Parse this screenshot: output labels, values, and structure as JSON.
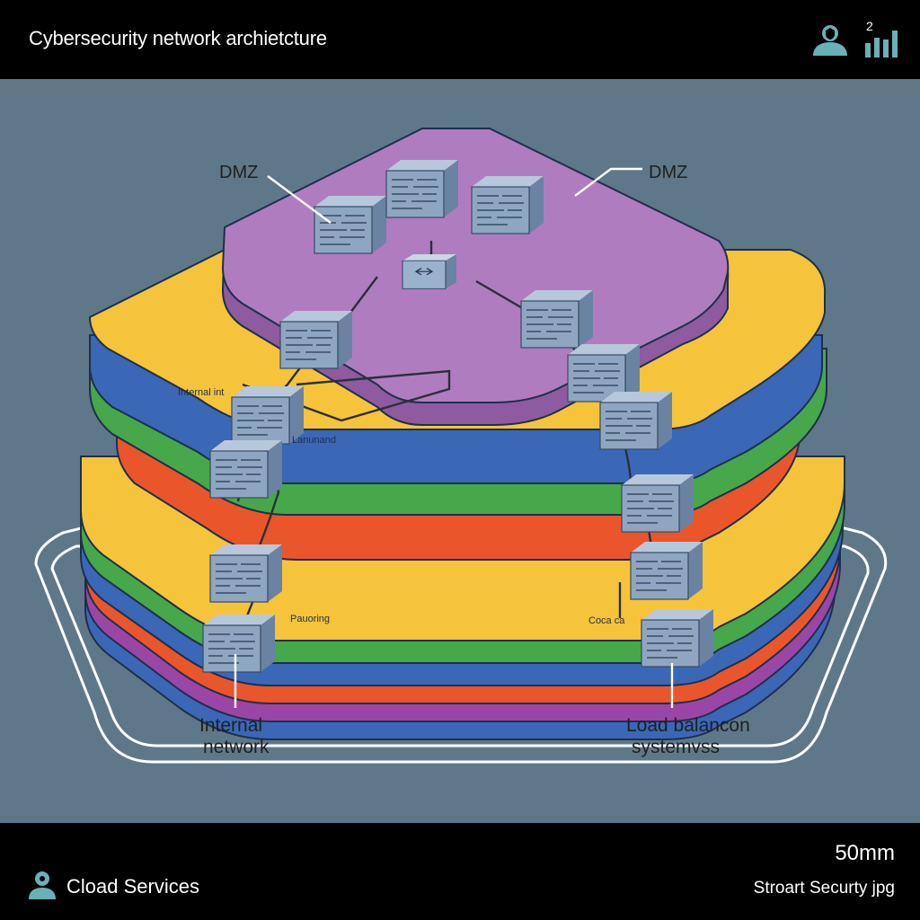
{
  "header": {
    "title": "Cybersecurity network archietcture",
    "badge_count": "2",
    "icons": [
      "user-shield-icon",
      "bar-chart-icon"
    ]
  },
  "diagram": {
    "labels": {
      "dmz_left": "DMZ",
      "dmz_right": "DMZ",
      "internal_line1": "Internal",
      "internal_line2": "network",
      "load_line1": "Load balancon",
      "load_line2": "systemvss",
      "layer_text_1": "Internal int",
      "layer_text_2": "Lanunand",
      "layer_text_3": "Pauoring",
      "layer_text_4": "Coca ca"
    },
    "colors": {
      "background": "#5f7889",
      "purple": "#b07cc0",
      "yellow": "#f5c43a",
      "green": "#46a84a",
      "blue": "#3a68b6",
      "orange": "#e9562c",
      "magenta": "#9b46a6",
      "server": "#8ea6c2"
    }
  },
  "footer": {
    "service_label": "Cload Services",
    "scale": "50mm",
    "filename": "Stroart Securty jpg",
    "icons": [
      "cloud-user-icon"
    ]
  }
}
